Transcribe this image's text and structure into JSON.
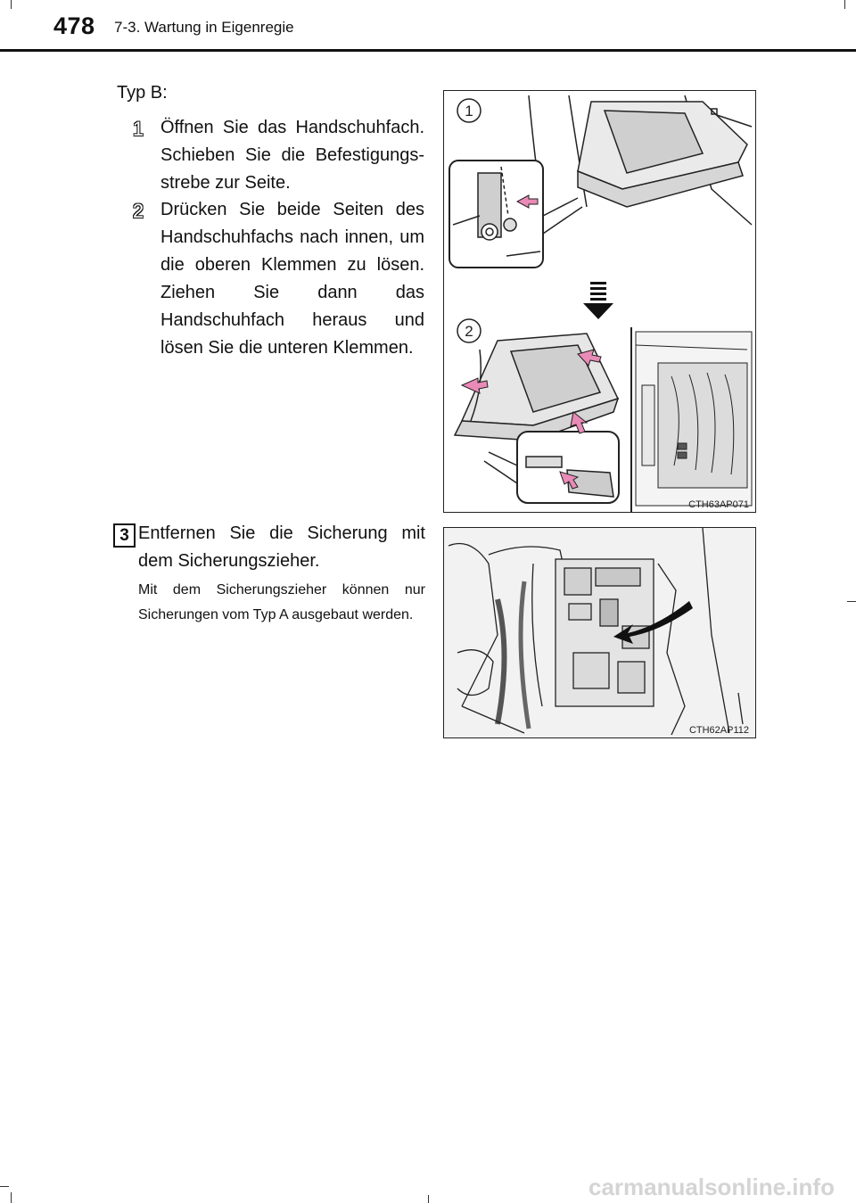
{
  "header": {
    "page_number": "478",
    "section": "7-3. Wartung in Eigenregie"
  },
  "typ_label": "Typ B:",
  "steps": [
    {
      "num": "1",
      "text": "Öffnen Sie das Handschuhfach. Schieben Sie die Befestigungs-strebe zur Seite."
    },
    {
      "num": "2",
      "text": "Drücken Sie beide Seiten des Handschuhfachs nach innen, um die oberen Klemmen zu lösen. Ziehen Sie dann das Handschuhfach heraus und lösen Sie die unteren Klemmen."
    }
  ],
  "step3": {
    "num": "3",
    "text": "Entfernen Sie die Sicherung mit dem Sicherungszieher.",
    "note": "Mit dem Sicherungszieher können nur Sicherungen vom Typ A ausgebaut werden."
  },
  "figure1": {
    "code": "CTH63AP071",
    "callouts": [
      "1",
      "2"
    ]
  },
  "figure2": {
    "code": "CTH62AP112"
  },
  "watermark": "carmanualsonline.info"
}
